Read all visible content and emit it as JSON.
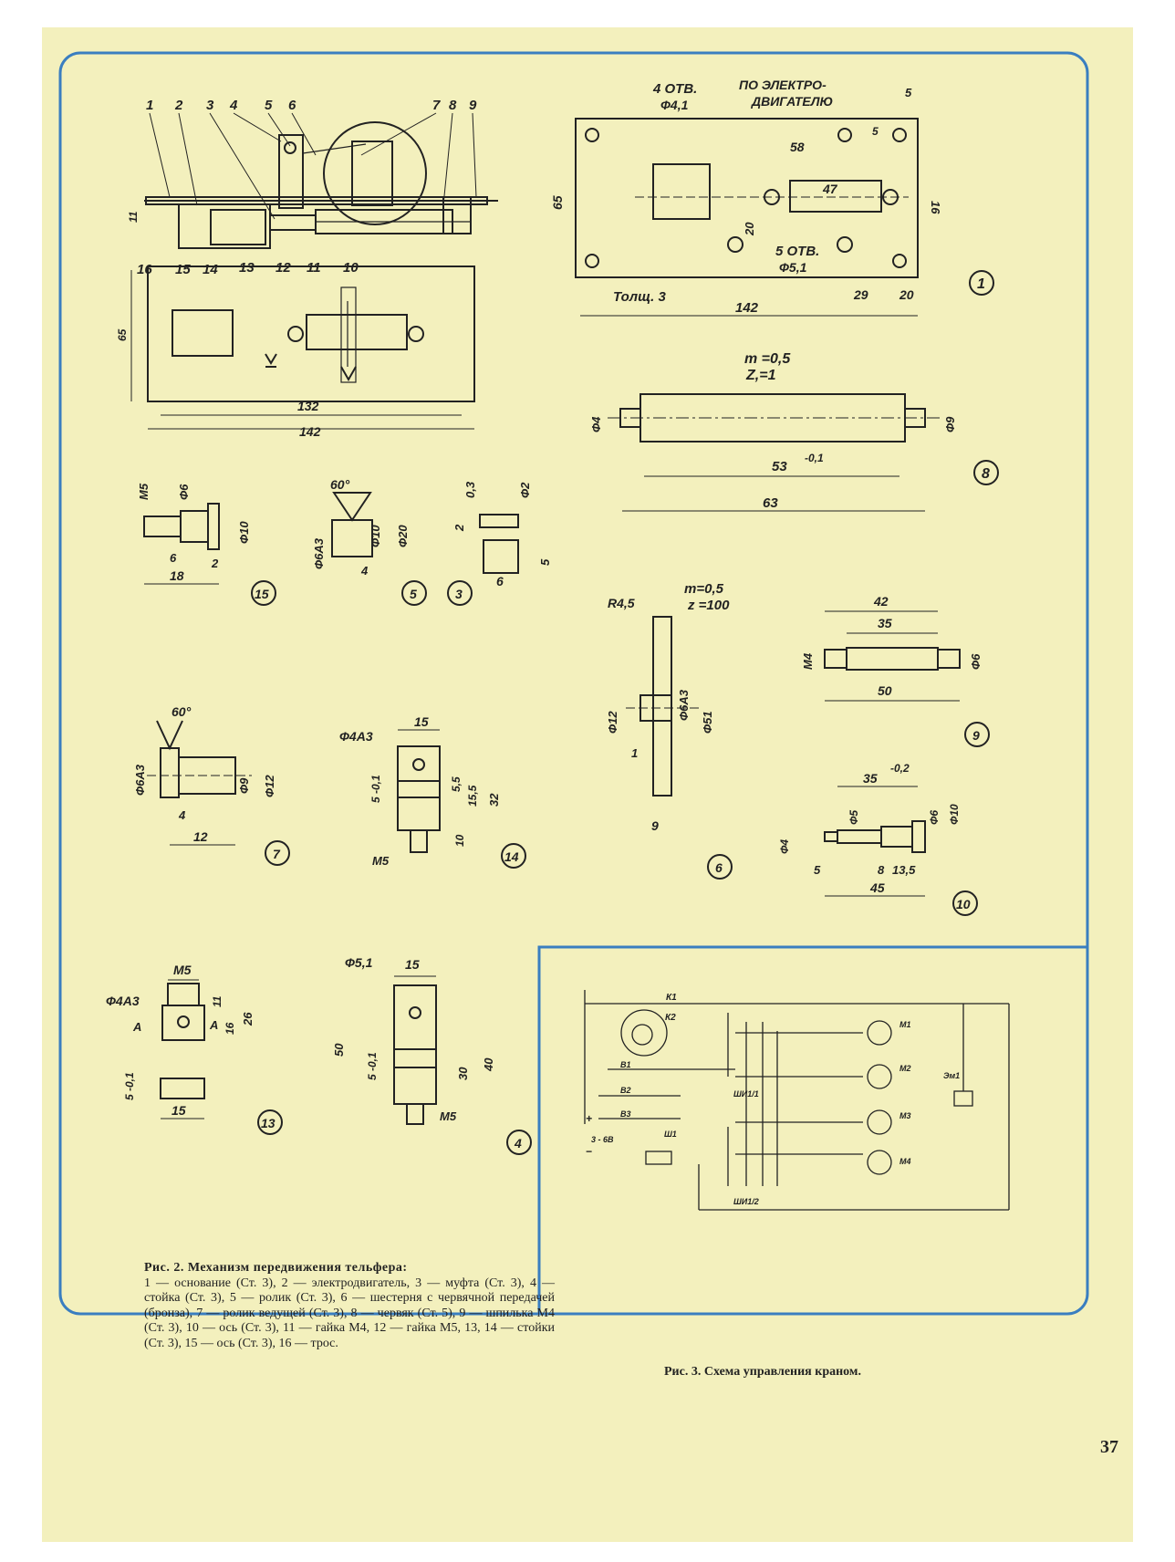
{
  "figure2": {
    "caption_title": "Рис. 2. Механизм передвижения тельфера:",
    "caption_body": "1 — основание (Ст. 3), 2 — электродвигатель, 3 — муфта (Ст. 3), 4 — стойка (Ст. 3), 5 — ролик (Ст. 3), 6 — шестерня с червячной передачей (бронза), 7 — ролик ведущей (Ст. 3), 8 — червяк (Ст. 5), 9 — шпилька М4 (Ст. 3), 10 — ось (Ст. 3), 11 — гайка М4, 12 — гайка М5, 13, 14 — стойки (Ст. 3), 15 — ось (Ст. 3), 16 — трос.",
    "assembly_callouts_top": [
      "1",
      "2",
      "3",
      "4",
      "5",
      "6",
      "7",
      "8",
      "9"
    ],
    "assembly_callouts_bottom": [
      "16",
      "15",
      "14",
      "13",
      "12",
      "11",
      "10"
    ],
    "assembly_dims": {
      "h11": "11",
      "h65": "65",
      "w132": "132",
      "w142": "142"
    },
    "part1": {
      "holes4": "4 ОТВ.",
      "d41": "Ф4,1",
      "note": "ПО ЭЛЕКТРО-",
      "note2": "ДВИГАТЕЛЮ",
      "d5": "5",
      "d5b": "5",
      "d58": "58",
      "d47": "47",
      "d16": "16",
      "d65": "65",
      "d20": "20",
      "holes5": "5 ОТВ.",
      "d51": "Ф5,1",
      "thick": "Толщ. 3",
      "d29": "29",
      "d20b": "20",
      "d142": "142",
      "num": "1"
    },
    "part8": {
      "m": "m =0,5",
      "z": "Z,=1",
      "d4": "Ф4",
      "d9": "Ф9",
      "len53": "53",
      "tol": "-0,1",
      "len63": "63",
      "num": "8"
    },
    "part15": {
      "m5": "M5",
      "d6": "Ф6",
      "d10": "Ф10",
      "l6": "6",
      "l2": "2",
      "l18": "18",
      "num": "15"
    },
    "part5": {
      "angle": "60°",
      "d6a": "Ф6А3",
      "d10": "Ф10",
      "d20": "Ф20",
      "l4": "4",
      "num": "5"
    },
    "part3": {
      "c03": "0,3",
      "d2": "Ф2",
      "l2": "2",
      "l5": "5",
      "l6": "6",
      "num": "3"
    },
    "part6": {
      "m": "m=0,5",
      "z": "z =100",
      "r": "R4,5",
      "d12": "Ф12",
      "d6a": "Ф6А3",
      "d51": "Ф51",
      "l1": "1",
      "l9": "9",
      "num": "6"
    },
    "part9": {
      "l42": "42",
      "l35": "35",
      "m4": "M4",
      "d6": "Ф6",
      "l50": "50",
      "num": "9"
    },
    "part7": {
      "angle": "60°",
      "d6a": "Ф6А3",
      "d9": "Ф9",
      "d12": "Ф12",
      "l4": "4",
      "l12": "12",
      "num": "7"
    },
    "part14": {
      "l15": "15",
      "d4a": "Ф4А3",
      "l5tol": "5 -0,1",
      "l55": "5,5",
      "l155": "15,5",
      "l32": "32",
      "l10": "10",
      "m5": "M5",
      "num": "14"
    },
    "part10": {
      "l35": "35",
      "tol": "-0,2",
      "d4": "Ф4",
      "d5": "Ф5",
      "d6": "Ф6",
      "d10": "Ф10",
      "l5": "5",
      "l8": "8",
      "l135": "13,5",
      "l45": "45",
      "num": "10"
    },
    "part13": {
      "m5": "M5",
      "d4a": "Ф4А3",
      "l11": "11",
      "l16": "16",
      "l26": "26",
      "a": "A",
      "a2": "A",
      "l5tol": "5 -0,1",
      "l15": "15",
      "num": "13"
    },
    "part4": {
      "d51": "Ф5,1",
      "l15": "15",
      "l50": "50",
      "l5tol": "5 -0,1",
      "l30": "30",
      "l40": "40",
      "m5": "M5",
      "num": "4"
    }
  },
  "figure3": {
    "caption": "Рис. 3. Схема управления краном.",
    "labels": {
      "k1": "К1",
      "k2": "К2",
      "m1": "М1",
      "m2": "М2",
      "m3": "М3",
      "m4": "М4",
      "em1": "Эм1",
      "b1": "В1",
      "b2": "В2",
      "b3": "В3",
      "sh1": "Ш1",
      "sh1_1": "ШИ1/1",
      "sh1_2": "ШИ1/2",
      "plus": "+",
      "minus": "−",
      "v": "3 - 6В"
    }
  },
  "page_number": "37",
  "colors": {
    "paper": "#f3f0bd",
    "frame": "#3a7ec0",
    "ink": "#222222"
  }
}
